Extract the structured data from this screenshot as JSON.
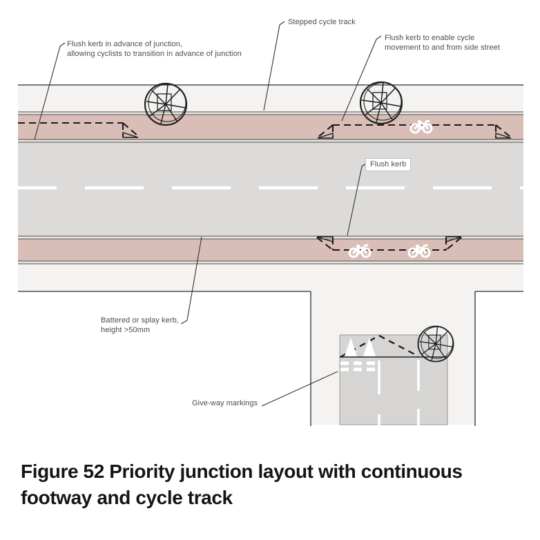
{
  "figure": {
    "caption": "Figure 52 Priority junction layout with continuous\nfootway and cycle track"
  },
  "labels": {
    "stepped_cycle_track": "Stepped cycle track",
    "flush_kerb_advance": "Flush kerb in advance of junction,\nallowing cyclists to transition in advance of junction",
    "flush_kerb_side_street": "Flush kerb to enable cycle\nmovement to and from side street",
    "flush_kerb": "Flush kerb",
    "battered_kerb": "Battered or splay kerb,\nheight >50mm",
    "give_way": "Give-way markings"
  },
  "icons": {
    "tree": "tree-icon",
    "cycle_marking": "cycle-marking-icon",
    "give_way_triangle": "give-way-triangle-icon"
  },
  "colors": {
    "cycle_track": "#d9beb7",
    "carriageway": "#dcdbda",
    "footway": "#f4f3f1",
    "side_street": "#d6d5d4",
    "kerb_line": "#4f4c49",
    "label_text": "#4c4c4c",
    "caption_text": "#151515",
    "road_marking_white": "#ffffff",
    "flush_kerb_dash_black": "#1a1a1a"
  }
}
